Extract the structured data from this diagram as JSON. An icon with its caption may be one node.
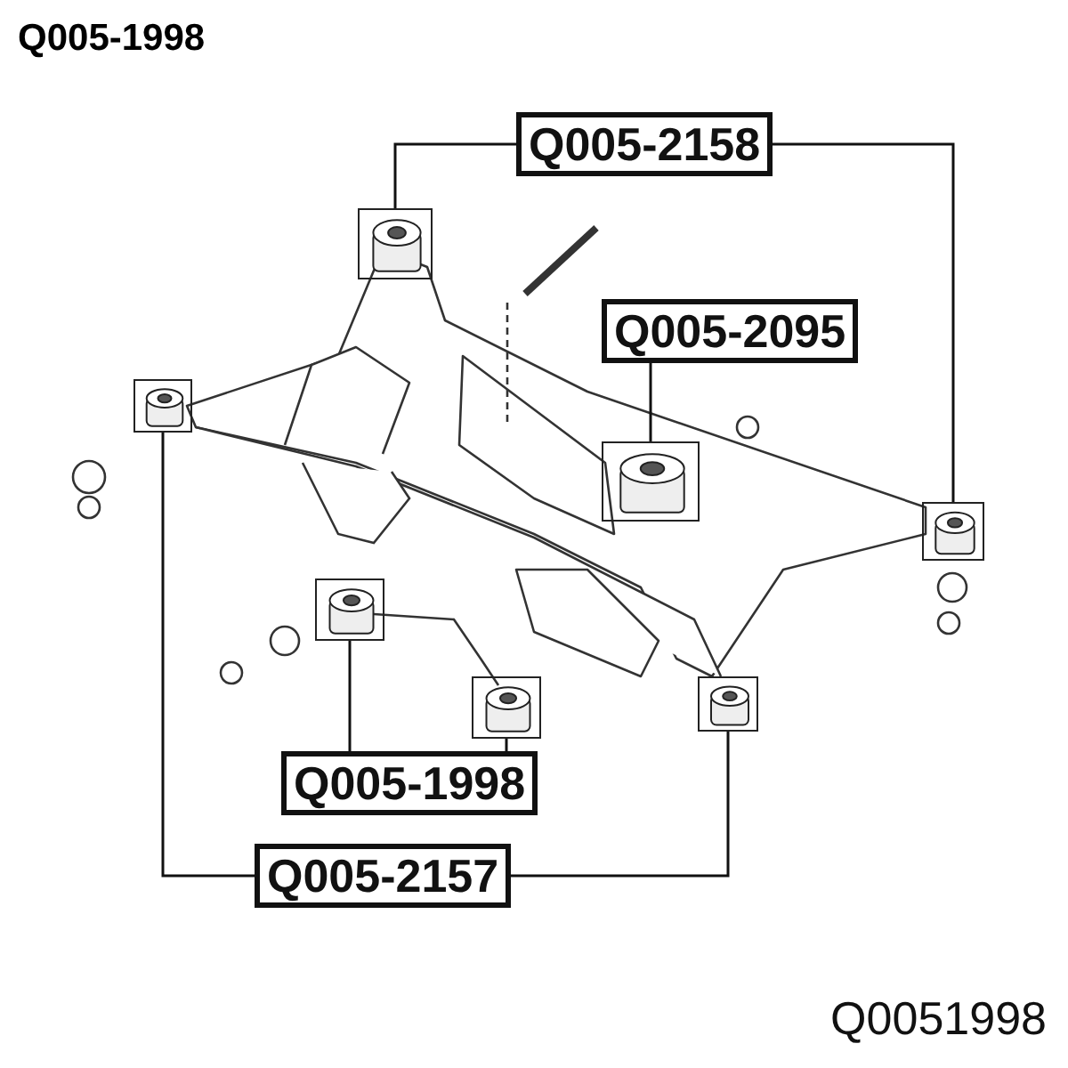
{
  "diagram": {
    "title": "Q005-1998",
    "nodes": [
      {
        "text": [
          "Q005-2158"
        ]
      },
      {
        "text": [],
        "shape": "picture"
      },
      {
        "text": [
          "Q005-2095"
        ]
      },
      {
        "text": [],
        "shape": "picture"
      },
      {
        "text": [],
        "shape": "picture"
      },
      {
        "text": [],
        "shape": "picture"
      },
      {
        "text": [],
        "shape": "picture"
      },
      {
        "text": [],
        "shape": "picture"
      },
      {
        "text": [],
        "shape": "picture"
      },
      {
        "text": [
          "Q005-1998"
        ]
      },
      {
        "text": [
          "Q005-2157"
        ]
      }
    ],
    "edges": [
      {
        "from": 0,
        "to": 1,
        "arrow": "none"
      },
      {
        "from": 0,
        "to": 5,
        "arrow": "none"
      },
      {
        "from": 2,
        "to": 4,
        "arrow": "none"
      },
      {
        "from": 9,
        "to": 6,
        "arrow": "none"
      },
      {
        "from": 9,
        "to": 7,
        "arrow": "none"
      },
      {
        "from": 10,
        "to": 3,
        "arrow": "none"
      },
      {
        "from": 10,
        "to": 8,
        "arrow": "none"
      }
    ],
    "labels": [
      "Q0051998"
    ]
  }
}
